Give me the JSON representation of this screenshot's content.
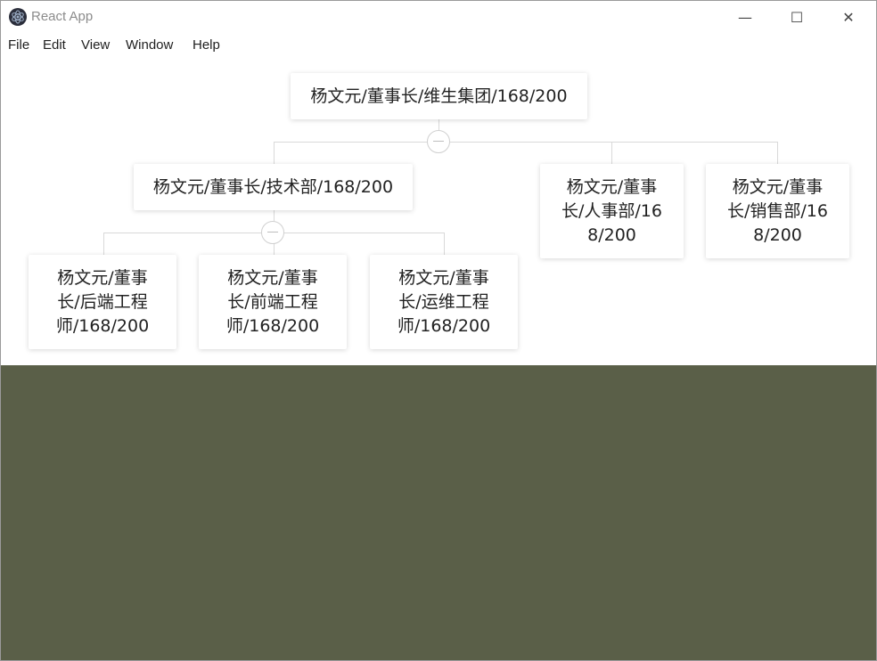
{
  "window": {
    "title": "React App",
    "controls": {
      "minimize": "—",
      "maximize": "☐",
      "close": "✕"
    }
  },
  "menu": [
    "File",
    "Edit",
    "View",
    "Window",
    "Help"
  ],
  "org_chart": {
    "root": "杨文元/董事长/维生集团/168/200",
    "tech_dept": "杨文元/董事长/技术部/168/200",
    "hr_dept": "杨文元/董事长/人事部/168/200",
    "sales_dept": "杨文元/董事长/销售部/168/200",
    "backend": "杨文元/董事长/后端工程师/168/200",
    "frontend": "杨文元/董事长/前端工程师/168/200",
    "ops": "杨文元/董事长/运维工程师/168/200"
  },
  "colors": {
    "background_lower": "#5a5f48",
    "connector": "#d9d9d9"
  }
}
